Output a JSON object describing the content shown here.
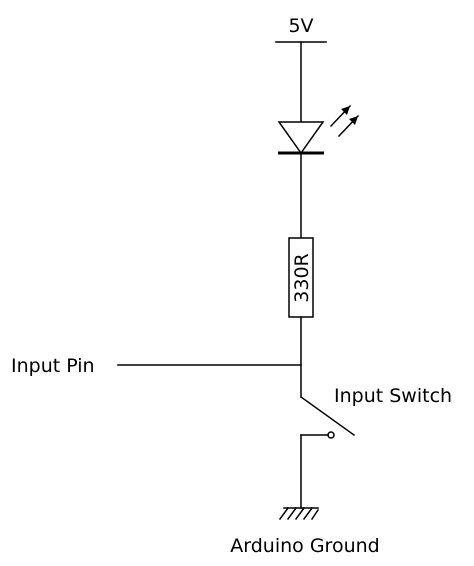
{
  "supply": {
    "label": "5V"
  },
  "led": {
    "icon": "led-icon"
  },
  "resistor": {
    "label": "330R",
    "icon": "resistor-icon"
  },
  "input_pin": {
    "label": "Input Pin"
  },
  "switch": {
    "label": "Input Switch",
    "icon": "switch-icon"
  },
  "ground": {
    "label": "Arduino Ground",
    "icon": "ground-icon"
  }
}
